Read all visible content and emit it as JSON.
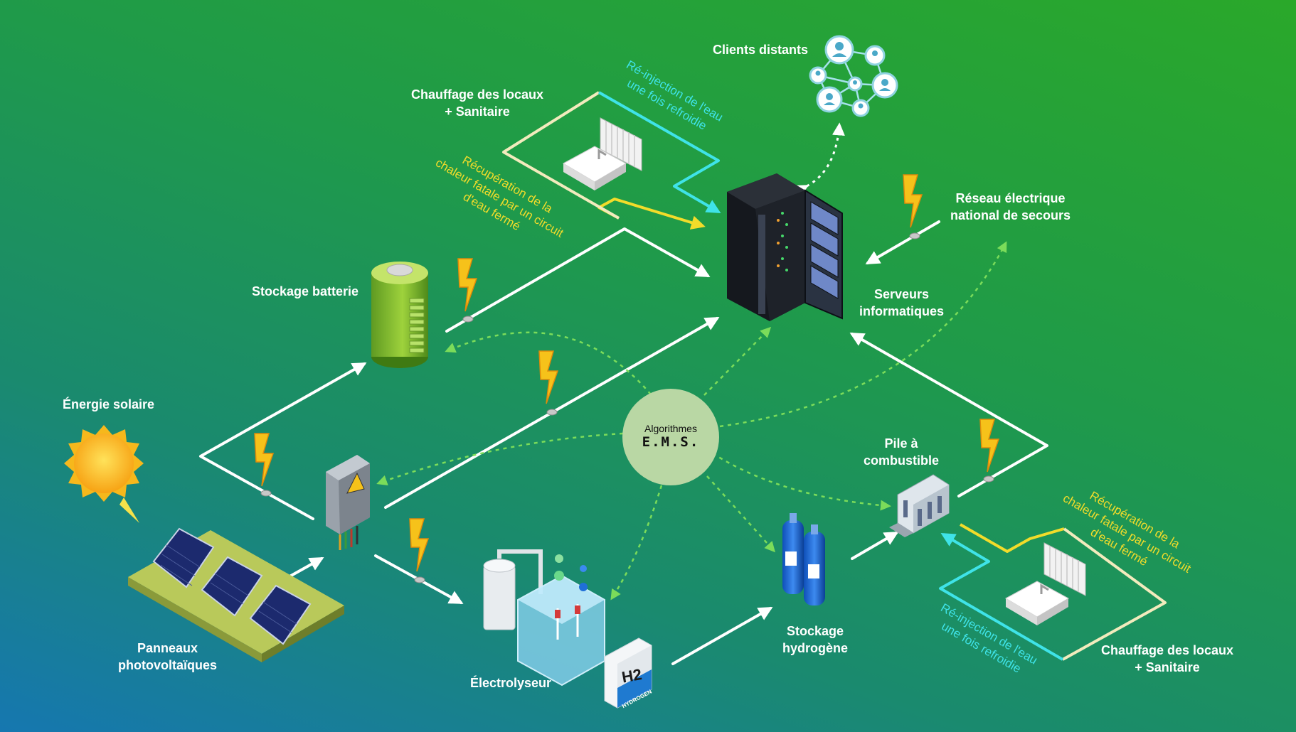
{
  "labels": {
    "clients": "Clients distants",
    "heating_top_1": "Chauffage des locaux",
    "heating_top_2": "+ Sanitaire",
    "reinjection_top_1": "Ré-injection de l'eau",
    "reinjection_top_2": "une fois refroidie",
    "recovery_top_1": "Récupération de la",
    "recovery_top_2": "chaleur fatale par un circuit",
    "recovery_top_3": "d'eau fermé",
    "grid_1": "Réseau électrique",
    "grid_2": "national de secours",
    "battery": "Stockage batterie",
    "servers_1": "Serveurs",
    "servers_2": "informatiques",
    "solar": "Énergie solaire",
    "ems_1": "Algorithmes",
    "ems_2": "E.M.S.",
    "fuelcell_1": "Pile à",
    "fuelcell_2": "combustible",
    "recovery_bottom_1": "Récupération de la",
    "recovery_bottom_2": "chaleur fatale par un circuit",
    "recovery_bottom_3": "d'eau fermé",
    "panels_1": "Panneaux",
    "panels_2": "photovoltaïques",
    "electrolyser": "Électrolyseur",
    "h2storage_1": "Stockage",
    "h2storage_2": "hydrogène",
    "reinjection_bottom_1": "Ré-injection de l'eau",
    "reinjection_bottom_2": "une fois refroidie",
    "heating_bottom_1": "Chauffage des locaux",
    "heating_bottom_2": "+ Sanitaire",
    "h2_box": "H2",
    "hydrogen_box": "HYDROGEN"
  },
  "colors": {
    "flow_line": "#ffffff",
    "control_line": "#7bdc5a",
    "hot_water": "#f2dc2a",
    "cold_water": "#3fe3e8",
    "ems_circle": "#b9d7a4",
    "lightning": "#f6c21a"
  },
  "icons": [
    "sun-icon",
    "solar-panels-icon",
    "electrical-cabinet-icon",
    "battery-icon",
    "server-rack-icon",
    "network-clients-icon",
    "radiator-icon",
    "sink-icon",
    "electrolyser-icon",
    "hydrogen-tanks-icon",
    "fuel-cell-icon",
    "lightning-icon"
  ]
}
